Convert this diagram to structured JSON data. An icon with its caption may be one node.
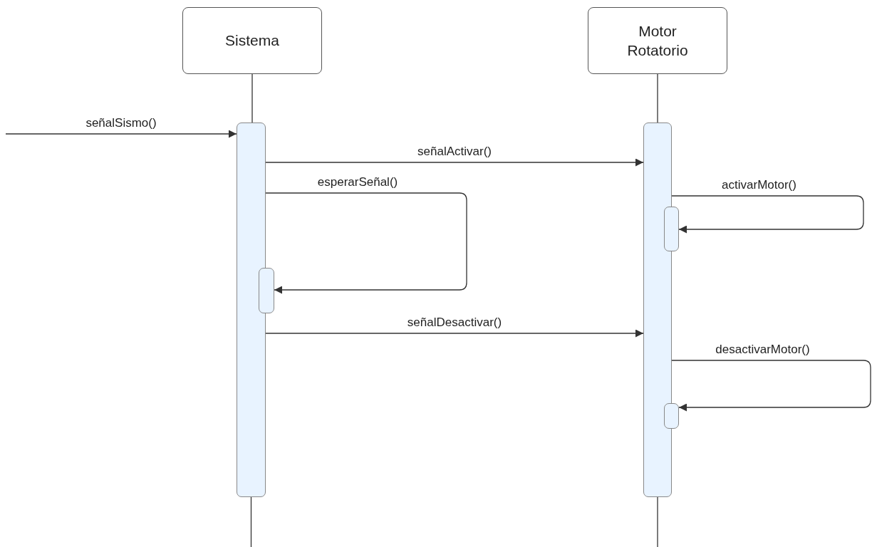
{
  "diagram": {
    "nodes": [
      {
        "text": [
          "Sistema"
        ]
      },
      {
        "text": [
          "Motor Rotatorio"
        ]
      },
      {
        "text": [],
        "shape": "bar"
      },
      {
        "text": [],
        "shape": "bar"
      },
      {
        "text": [],
        "shape": "bar"
      },
      {
        "text": [],
        "shape": "bar"
      },
      {
        "text": [],
        "shape": "bar"
      }
    ],
    "edges": [
      {
        "from": 0,
        "to": 2,
        "arrow": "none"
      },
      {
        "from": 2,
        "to": null,
        "arrow": "none"
      },
      {
        "from": 1,
        "to": 3,
        "arrow": "none"
      },
      {
        "from": 3,
        "to": null,
        "arrow": "none"
      },
      {
        "from": null,
        "to": 2,
        "arrow": "to",
        "label": "señalSismo()"
      },
      {
        "from": 2,
        "to": 3,
        "arrow": "to",
        "label": "señalActivar()"
      },
      {
        "from": 2,
        "to": 4,
        "arrow": "to",
        "label": "esperarSeñal()"
      },
      {
        "from": 3,
        "to": 5,
        "arrow": "to",
        "label": "activarMotor()"
      },
      {
        "from": 2,
        "to": 3,
        "arrow": "to",
        "label": "señalDesactivar()"
      },
      {
        "from": 3,
        "to": 6,
        "arrow": "to",
        "label": "desactivarMotor()"
      }
    ]
  }
}
